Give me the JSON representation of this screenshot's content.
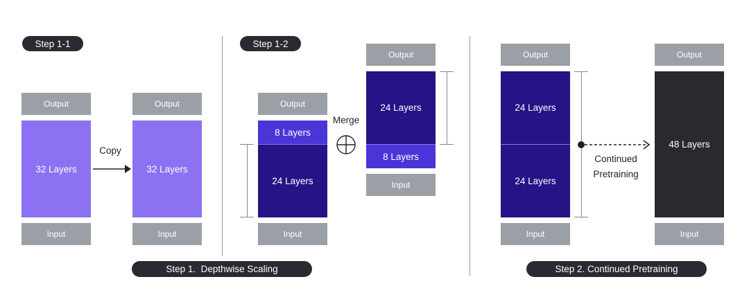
{
  "steps": {
    "step_1_1": "Step 1-1",
    "step_1_2": "Step 1-2",
    "step_1": "Step 1.  Depthwise Scaling",
    "step_2": "Step 2. Continued Pretraining"
  },
  "io": {
    "output": "Output",
    "input": "Input"
  },
  "blocks": {
    "layers_32": "32 Layers",
    "layers_24": "24 Layers",
    "layers_8": "8 Layers",
    "layers_48": "48 Layers"
  },
  "labels": {
    "copy": "Copy",
    "merge": "Merge",
    "continued_line1": "Continued",
    "continued_line2": "Pretraining"
  },
  "colors": {
    "lavender": "#8c72f2",
    "navy": "#241485",
    "violet": "#4a35d6",
    "black": "#2a2930",
    "gray": "#9aa0a6",
    "pill": "#2b2a33"
  },
  "icons": {
    "merge": "circle-plus-icon",
    "copy_arrow": "arrow-right-icon",
    "pretrain_arrow": "dashed-arrow-right-icon"
  }
}
